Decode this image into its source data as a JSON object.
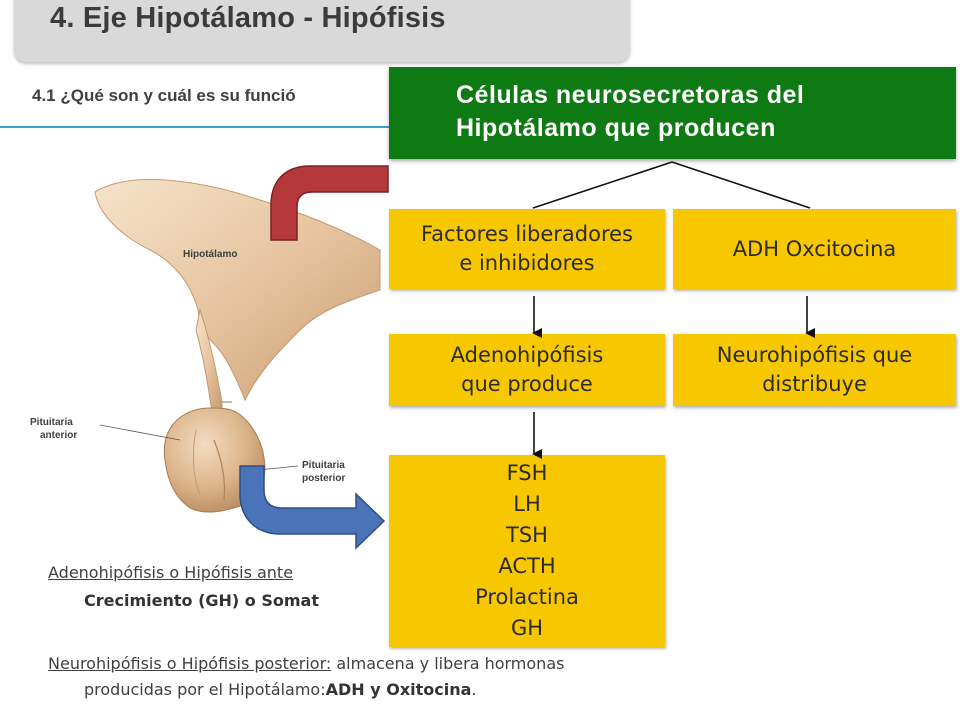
{
  "header": {
    "title": "4. Eje Hipotálamo - Hipófisis",
    "subtitle": "4.1 ¿Qué son y cuál es su funció"
  },
  "anatomy": {
    "labels": {
      "hipotalamo": "Hipotálamo",
      "pit_anterior_1": "Pituitaria",
      "pit_anterior_2": "anterior",
      "pit_posterior_1": "Pituitaria",
      "pit_posterior_2": "posterior"
    }
  },
  "diagram": {
    "title_line1": "Células neurosecretoras del",
    "title_line2": "Hipotálamo que producen",
    "box_factores_line1": "Factores liberadores",
    "box_factores_line2": "e inhibidores",
    "box_adh": "ADH Oxcitocina",
    "box_adeno_line1": "Adenohipófisis",
    "box_adeno_line2": "que produce",
    "box_neuro_line1": "Neurohipófisis que",
    "box_neuro_line2": "distribuye",
    "hormones": [
      "FSH",
      "LH",
      "TSH",
      "ACTH",
      "Prolactina",
      "GH"
    ]
  },
  "body": {
    "adeno_label": "Adenohipófisis o Hipófisis ante",
    "adeno_text": "Crecimiento (GH) o Somat",
    "neuro_label": "Neurohipófisis o Hipófisis posterior:",
    "neuro_text": " almacena y libera  hormonas",
    "neuro_text2": "producidas por el Hipotálamo:",
    "neuro_bold": "ADH y Oxitocina",
    "neuro_end": "."
  },
  "colors": {
    "green": "#0e7a14",
    "yellow": "#f7c800",
    "red_arrow": "#b5393a",
    "blue_arrow": "#4a73b8",
    "rule": "#3d9fd2"
  }
}
